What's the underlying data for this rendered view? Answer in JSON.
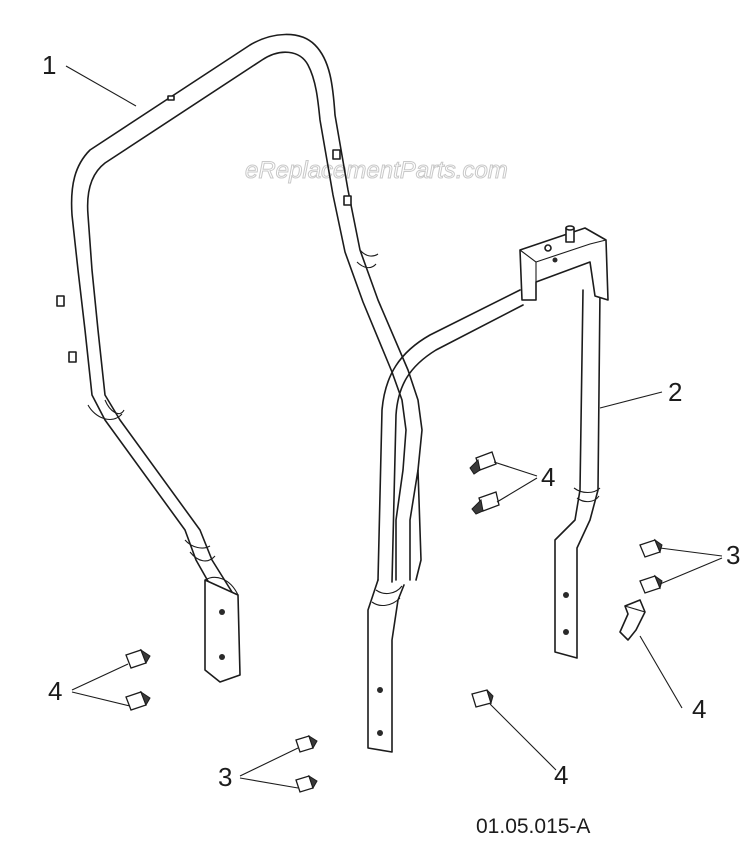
{
  "diagram": {
    "watermark": "eReplacementParts.com",
    "drawing_number": "01.05.015-A",
    "callouts": {
      "c1": "1",
      "c2": "2",
      "c3_right": "3",
      "c3_bottom": "3",
      "c4_center": "4",
      "c4_left": "4",
      "c4_right": "4",
      "c4_bottom": "4"
    }
  }
}
